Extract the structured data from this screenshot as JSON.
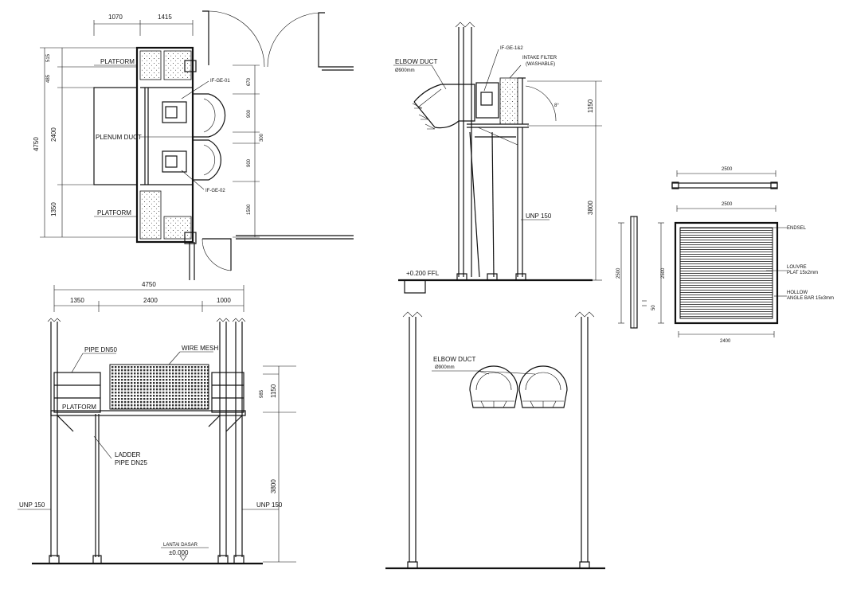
{
  "plan": {
    "dims_top": [
      "1070",
      "1415"
    ],
    "dims_left": [
      "515",
      "485",
      "2400",
      "4750",
      "1350"
    ],
    "dims_right": [
      "670",
      "900",
      "300",
      "900",
      "1500"
    ],
    "labels": {
      "platform_top": "PLATFORM",
      "plenum": "PLENUM DUCT",
      "fan1": "IF-GE-01",
      "fan2": "IF-GE-02",
      "platform_bottom": "PLATFORM"
    }
  },
  "front_elevation": {
    "dims_top": [
      "4750",
      "1350",
      "2400",
      "1000"
    ],
    "dims_right": [
      "985",
      "1150",
      "3800"
    ],
    "labels": {
      "pipe": "PIPE DN50",
      "wire_mesh": "WIRE MESH",
      "platform": "PLATFORM",
      "ladder": "LADDER",
      "ladder_pipe": "PIPE DN25",
      "unp_left": "UNP 150",
      "unp_right": "UNP 150",
      "level_name": "LANTAI DASAR",
      "level_value": "±0.000"
    }
  },
  "side_section": {
    "labels": {
      "elbow": "ELBOW DUCT",
      "elbow_dia": "Ø900mm",
      "fan": "IF-GE-1&2",
      "filter": "INTAKE FILTER",
      "filter_note": "(WASHABLE)",
      "unp": "UNP 150",
      "ffl": "+0.200 FFL",
      "angle": "8°"
    },
    "dims_right": [
      "1150",
      "3800"
    ]
  },
  "rear_elevation": {
    "labels": {
      "elbow": "ELBOW DUCT",
      "elbow_dia": "Ø900mm"
    }
  },
  "louver_detail": {
    "dims": [
      "2500",
      "2500",
      "2500",
      "2500",
      "50",
      "2400"
    ],
    "labels": {
      "end": "ENDSEL",
      "louvre": "LOUVRE",
      "louvre_spec": "PLAT 15x2mm",
      "hollow": "HOLLOW",
      "hollow_spec": "ANGLE BAR 15x3mm"
    }
  }
}
